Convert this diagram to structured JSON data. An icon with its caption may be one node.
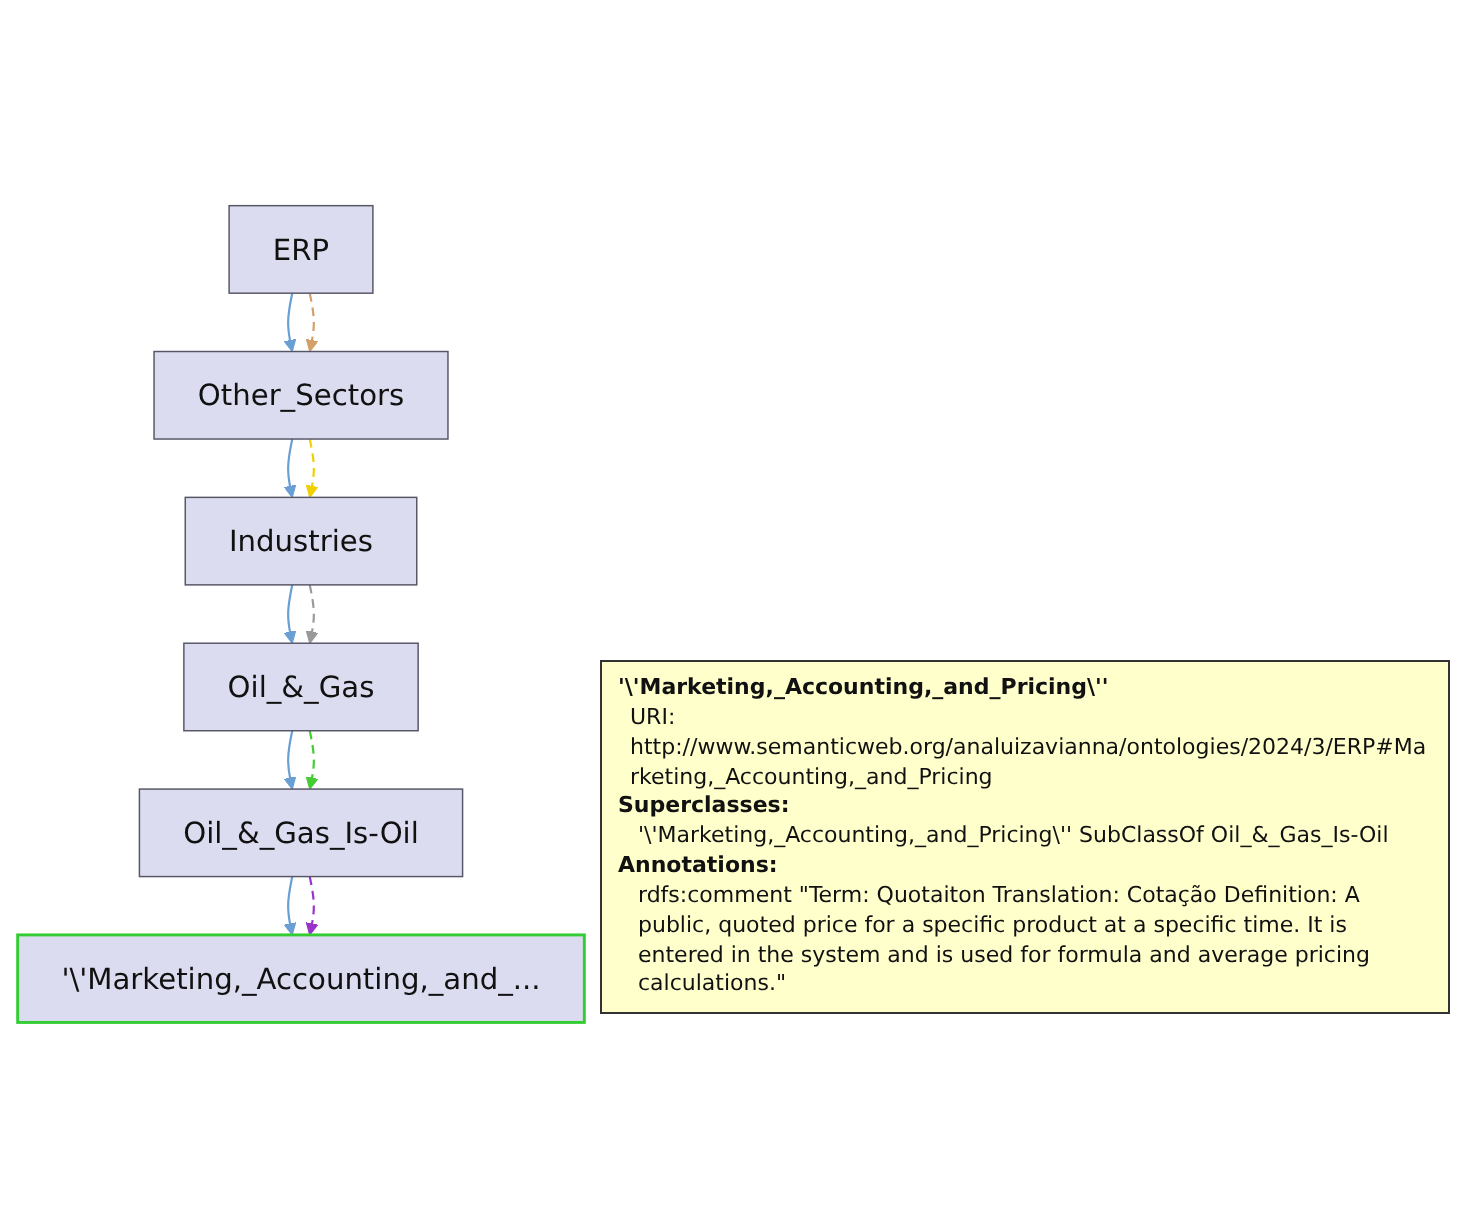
{
  "diagram": {
    "nodes": [
      {
        "text": [
          "ERP"
        ]
      },
      {
        "text": [
          "Other_Sectors"
        ]
      },
      {
        "text": [
          "Industries"
        ]
      },
      {
        "text": [
          "Oil_&_Gas"
        ]
      },
      {
        "text": [
          "Oil_&_Gas_Is-Oil"
        ]
      },
      {
        "text": [
          "'\\'Marketing,_Accounting,_and_..."
        ]
      }
    ],
    "edges": [
      {
        "from": 0,
        "to": 1,
        "arrow": "to"
      },
      {
        "from": 0,
        "to": 1,
        "arrow": "to",
        "style": "dashed",
        "color": "#d4a06a"
      },
      {
        "from": 1,
        "to": 2,
        "arrow": "to"
      },
      {
        "from": 1,
        "to": 2,
        "arrow": "to",
        "style": "dashed",
        "color": "#f0d000"
      },
      {
        "from": 2,
        "to": 3,
        "arrow": "to"
      },
      {
        "from": 2,
        "to": 3,
        "arrow": "to",
        "style": "dashed",
        "color": "#999999"
      },
      {
        "from": 3,
        "to": 4,
        "arrow": "to"
      },
      {
        "from": 3,
        "to": 4,
        "arrow": "to",
        "style": "dashed",
        "color": "#44cc33"
      },
      {
        "from": 4,
        "to": 5,
        "arrow": "to"
      },
      {
        "from": 4,
        "to": 5,
        "arrow": "to",
        "style": "dashed",
        "color": "#9933cc"
      }
    ],
    "labels": [
      "'\\'Marketing,_Accounting,_and_Pricing\\''",
      "URI: http://www.semanticweb.org/analuizavianna/ontologies/2024/3/ERP#Marketing,_Accounting,_and_Pricing",
      "Superclasses:",
      "'\\'Marketing,_Accounting,_and_Pricing\\'' SubClassOf Oil_&_Gas_Is-Oil",
      "Annotations:",
      "rdfs:comment \"Term: Quotaiton Translation: Cotação Definition: A public, quoted price for a specific product at a specific time. It is entered in the system and is used for formula and average pricing calculations.\""
    ]
  }
}
